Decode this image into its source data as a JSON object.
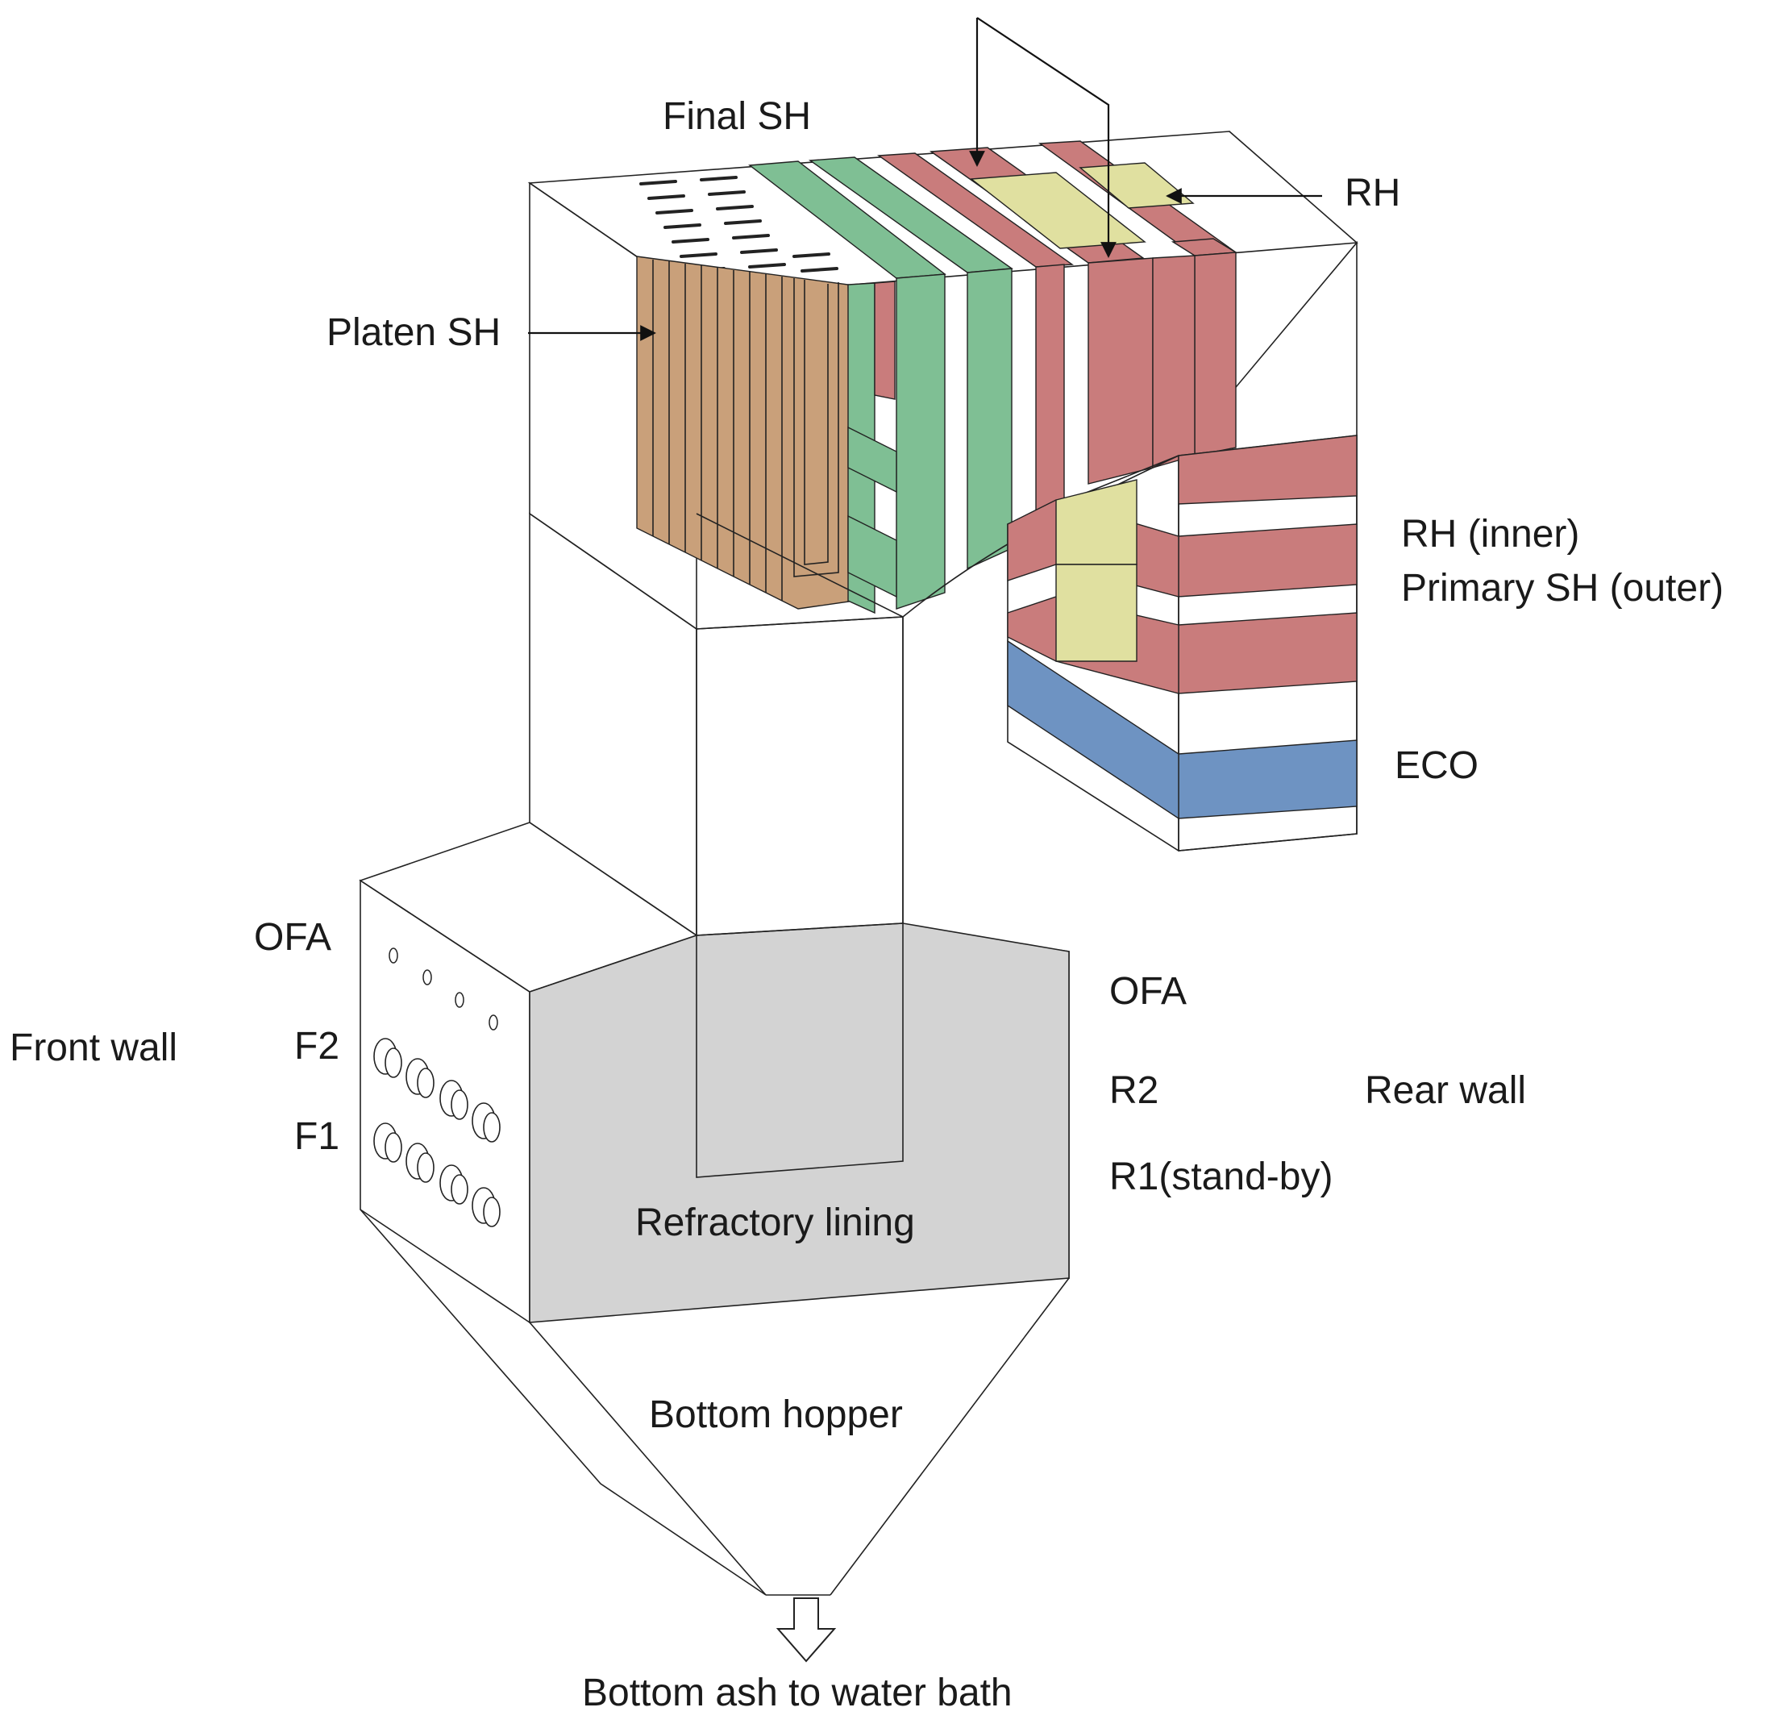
{
  "labels": {
    "final_sh": "Final SH",
    "rh_top": "RH",
    "platen_sh": "Platen SH",
    "rh_inner": "RH (inner)",
    "primary_sh_outer": "Primary SH (outer)",
    "eco": "ECO",
    "ofa_left": "OFA",
    "ofa_right": "OFA",
    "front_wall": "Front wall",
    "f2": "F2",
    "f1": "F1",
    "r2": "R2",
    "rear_wall": "Rear wall",
    "r1": "R1(stand-by)",
    "refractory_lining": "Refractory lining",
    "bottom_hopper": "Bottom hopper",
    "bottom_ash": "Bottom ash to water bath"
  },
  "colors": {
    "platen_sh": "#c9a07a",
    "final_sh": "#7fbf94",
    "reheater": "#c97c7c",
    "primary_sh": "#e0e0a0",
    "economizer": "#6e93c2",
    "refractory": "#d3d3d3",
    "outline": "#222222"
  }
}
